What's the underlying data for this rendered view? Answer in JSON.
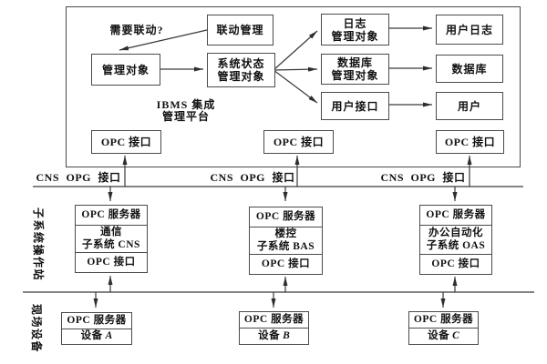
{
  "diagram": {
    "platform": {
      "title": "IBMS 集成\n管理平台",
      "question": "需要联动?",
      "linkage": "联动管理",
      "mgmt_obj": "管理对象",
      "sys_status": "系统状态\n管理对象",
      "log_mgmt": "日志\n管理对象",
      "db_mgmt": "数据库\n管理对象",
      "user_if": "用户接口",
      "user_log": "用户日志",
      "database": "数据库",
      "user": "用户",
      "opc_if_left": "OPC 接口",
      "opc_if_mid": "OPC 接口",
      "opc_if_right": "OPC 接口"
    },
    "bus": {
      "label_left": "CNS OPG 接口",
      "label_mid": "CNS OPG 接口",
      "label_right": "CNS OPG 接口"
    },
    "layer_labels": {
      "subsystem": "子系统操作站",
      "field": "现场设备"
    },
    "subsystems": [
      {
        "server": "OPC 服务器",
        "name": "通信\n子系统 CNS",
        "iface": "OPC 接口"
      },
      {
        "server": "OPC 服务器",
        "name": "楼控\n子系统 BAS",
        "iface": "OPC 接口"
      },
      {
        "server": "OPC 服务器",
        "name": "办公自动化\n子系统 OAS",
        "iface": "OPC 接口"
      }
    ],
    "devices": [
      {
        "server": "OPC 服务器",
        "label": "设备",
        "letter": "A"
      },
      {
        "server": "OPC 服务器",
        "label": "设备",
        "letter": "B"
      },
      {
        "server": "OPC 服务器",
        "label": "设备",
        "letter": "C"
      }
    ],
    "colors": {
      "line": "#3a3a3a",
      "border": "#4a4a4a",
      "text": "#111111",
      "background": "#ffffff"
    }
  }
}
